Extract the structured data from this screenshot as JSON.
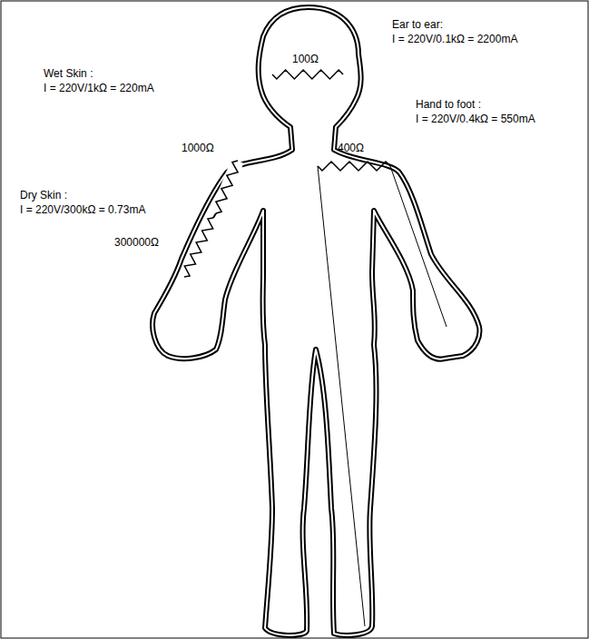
{
  "diagram": {
    "labels": [
      "100Ω",
      "Ear to ear:",
      "I = 220V/0.1kΩ = 2200mA",
      "Wet Skin :",
      "I = 220V/1kΩ = 220mA",
      "1000Ω",
      "Hand to foot :",
      "I = 220V/0.4kΩ = 550mA",
      "400Ω",
      "Dry Skin :",
      "I = 220V/300kΩ = 0.73mA",
      "300000Ω"
    ]
  }
}
